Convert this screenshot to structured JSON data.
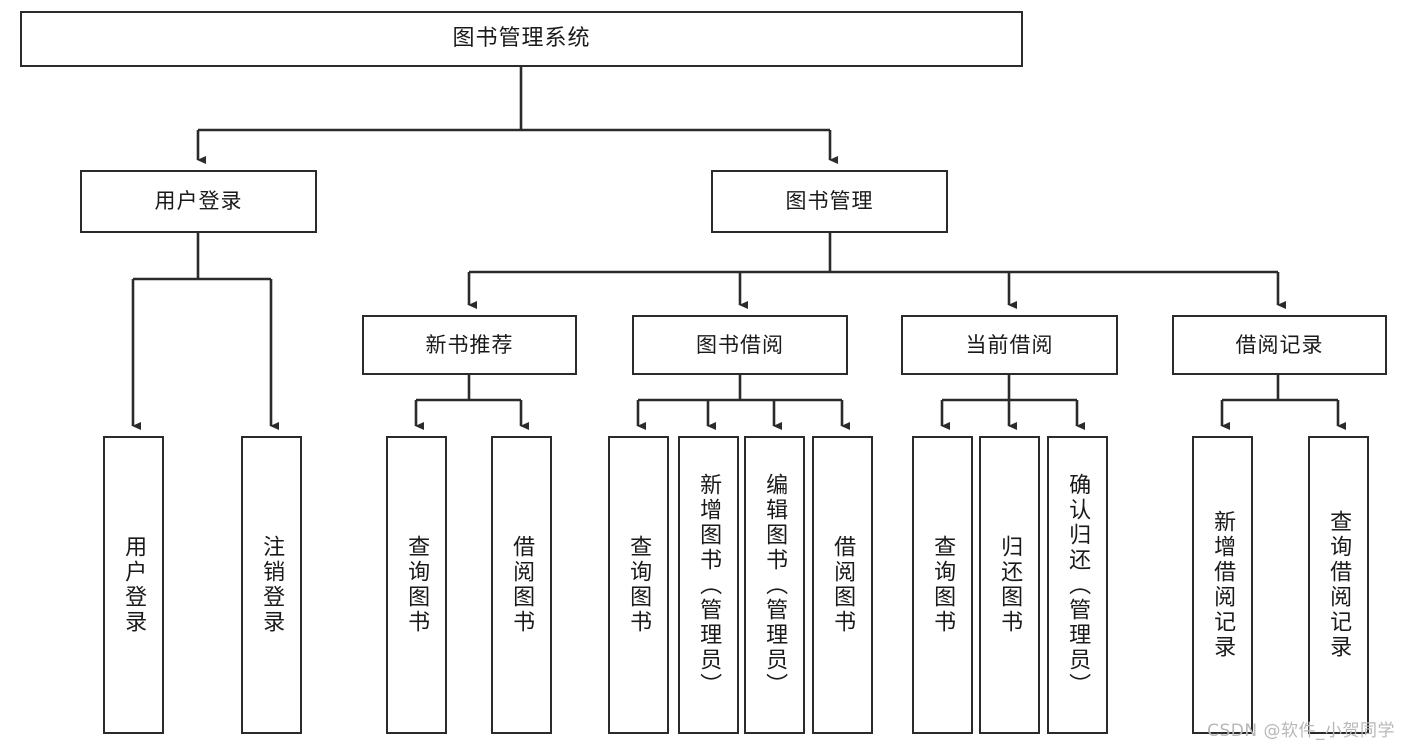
{
  "diagram": {
    "title": "图书管理系统",
    "type": "tree",
    "colors": {
      "node_border": "#2b2b2b",
      "node_fill": "#ffffff",
      "edge": "#2b2b2b",
      "text": "#1a1a1a",
      "watermark": "#b8b8b8",
      "background": "#ffffff"
    },
    "watermark": "CSDN @软件_小贺同学",
    "nodes": {
      "root": {
        "label": "图书管理系统"
      },
      "level2": [
        {
          "id": "user-login",
          "label": "用户登录"
        },
        {
          "id": "book-manage",
          "label": "图书管理"
        }
      ],
      "level3": [
        {
          "id": "new-book-recommend",
          "label": "新书推荐"
        },
        {
          "id": "book-borrow",
          "label": "图书借阅"
        },
        {
          "id": "current-borrow",
          "label": "当前借阅"
        },
        {
          "id": "borrow-record",
          "label": "借阅记录"
        }
      ],
      "leaves": [
        {
          "id": "leaf-user-login",
          "label": "用户登录",
          "parent": "user-login"
        },
        {
          "id": "leaf-logout-login",
          "label": "注销登录",
          "parent": "user-login"
        },
        {
          "id": "leaf-query-book-1",
          "label": "查询图书",
          "parent": "new-book-recommend"
        },
        {
          "id": "leaf-borrow-book-1",
          "label": "借阅图书",
          "parent": "new-book-recommend"
        },
        {
          "id": "leaf-query-book-2",
          "label": "查询图书",
          "parent": "book-borrow"
        },
        {
          "id": "leaf-add-book",
          "label": "新增图书（管理员）",
          "parent": "book-borrow"
        },
        {
          "id": "leaf-edit-book",
          "label": "编辑图书（管理员）",
          "parent": "book-borrow"
        },
        {
          "id": "leaf-borrow-book-2",
          "label": "借阅图书",
          "parent": "book-borrow"
        },
        {
          "id": "leaf-query-book-3",
          "label": "查询图书",
          "parent": "current-borrow"
        },
        {
          "id": "leaf-return-book",
          "label": "归还图书",
          "parent": "current-borrow"
        },
        {
          "id": "leaf-confirm-return",
          "label": "确认归还（管理员）",
          "parent": "current-borrow"
        },
        {
          "id": "leaf-add-record",
          "label": "新增借阅记录",
          "parent": "borrow-record"
        },
        {
          "id": "leaf-query-record",
          "label": "查询借阅记录",
          "parent": "borrow-record"
        }
      ]
    }
  }
}
